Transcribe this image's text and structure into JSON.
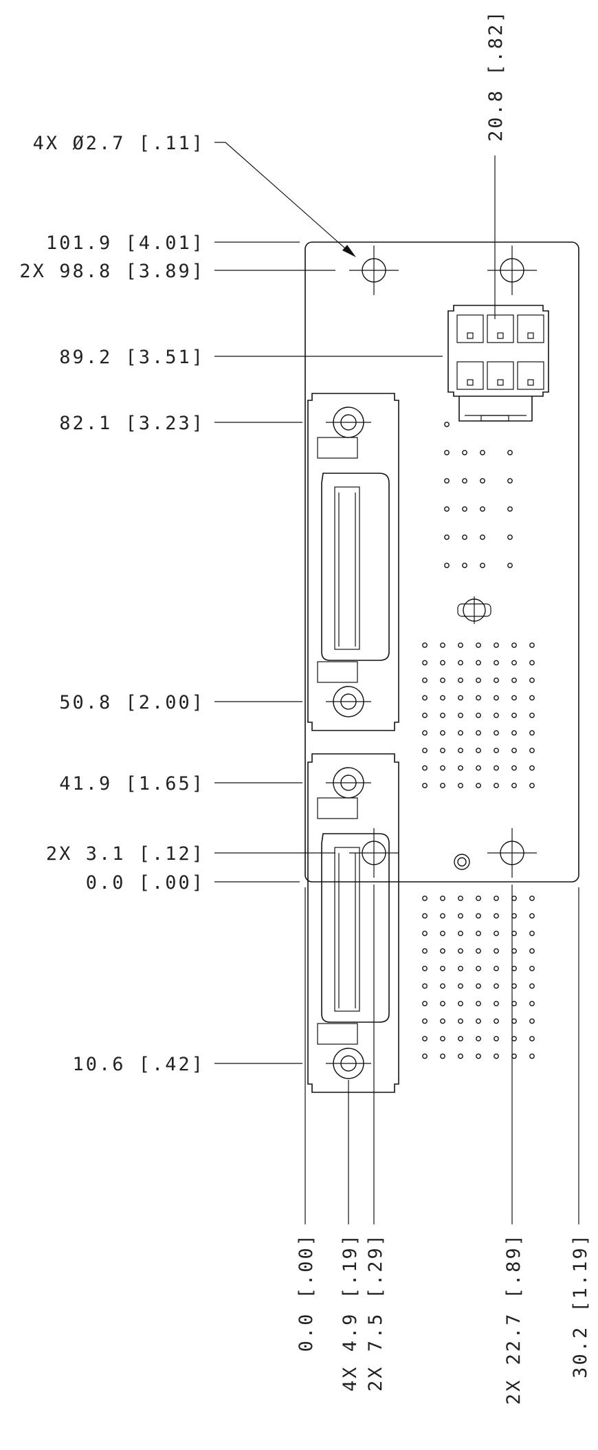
{
  "left_dimensions": [
    {
      "key": "hole",
      "text": "4X Ø2.7 [.11]"
    },
    {
      "key": "top_edge",
      "text": "101.9 [4.01]"
    },
    {
      "key": "top_holes",
      "text": "2X 98.8 [3.89]"
    },
    {
      "key": "power_connector",
      "text": "89.2 [3.51]"
    },
    {
      "key": "upper_jack_screw_top",
      "text": "82.1 [3.23]"
    },
    {
      "key": "upper_jack_screw_bottom",
      "text": "50.8 [2.00]"
    },
    {
      "key": "lower_jack_screw_top",
      "text": "41.9 [1.65]"
    },
    {
      "key": "lower_jack_screw_bottom",
      "text": "10.6 [.42]"
    },
    {
      "key": "bottom_holes",
      "text": "2X 3.1 [.12]"
    },
    {
      "key": "bottom_edge",
      "text": "0.0 [.00]"
    }
  ],
  "top_dimension": {
    "text": "20.8 [.82]"
  },
  "bottom_dimensions": [
    {
      "key": "left_edge",
      "text": "0.0 [.00]"
    },
    {
      "key": "jack_screws",
      "text": "4X 4.9 [.19]"
    },
    {
      "key": "left_holes",
      "text": "2X 7.5 [.29]"
    },
    {
      "key": "right_holes",
      "text": "2X 22.7 [.89]"
    },
    {
      "key": "right_edge",
      "text": "30.2 [1.19]"
    }
  ]
}
